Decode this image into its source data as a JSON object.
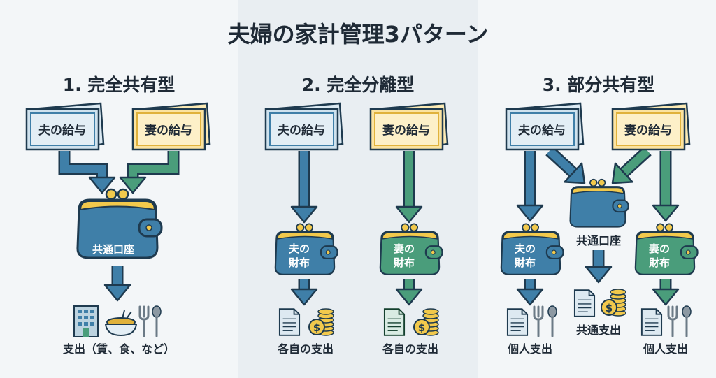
{
  "title": "夫婦の家計管理3パターン",
  "colors": {
    "blue": "#3f7fa8",
    "green": "#4a9d7b",
    "outline": "#1e3a4f",
    "yellow": "#f2c94c"
  },
  "patterns": [
    {
      "heading": "1. 完全共有型",
      "husband_salary": "夫の給与",
      "wife_salary": "妻の給与",
      "wallet": "共通口座",
      "expense": "支出（賃、食、など）"
    },
    {
      "heading": "2. 完全分離型",
      "husband_salary": "夫の給与",
      "wife_salary": "妻の給与",
      "husband_wallet": [
        "夫の",
        "財布"
      ],
      "wife_wallet": [
        "妻の",
        "財布"
      ],
      "husband_expense": "各自の支出",
      "wife_expense": "各自の支出"
    },
    {
      "heading": "3. 部分共有型",
      "husband_salary": "夫の給与",
      "wife_salary": "妻の給与",
      "shared_wallet": "共通口座",
      "husband_wallet": [
        "夫の",
        "財布"
      ],
      "wife_wallet": [
        "妻の",
        "財布"
      ],
      "shared_expense": "共通支出",
      "husband_expense": "個人支出",
      "wife_expense": "個人支出"
    }
  ]
}
